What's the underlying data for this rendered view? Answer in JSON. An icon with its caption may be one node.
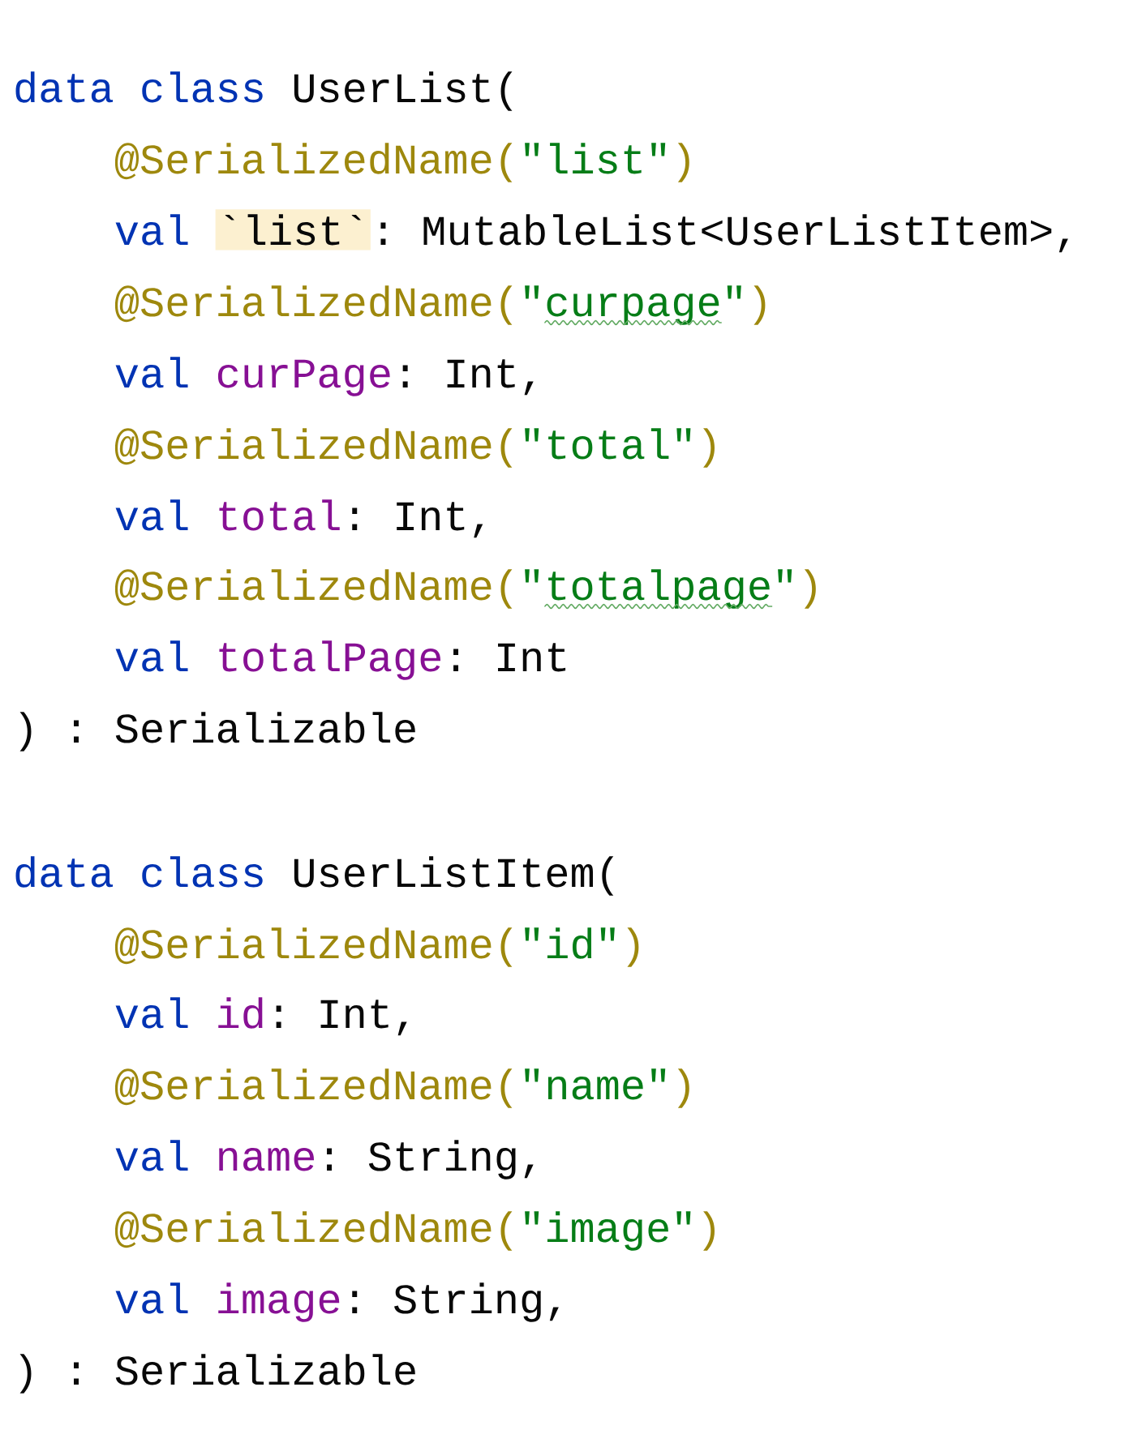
{
  "diagram": {
    "labels": [
      "data class",
      "UserList(",
      "@SerializedName(",
      "\"list\"",
      ")",
      "val",
      "`list`",
      ": MutableList<UserListItem>,",
      "@SerializedName(",
      "\"curpage\"",
      ")",
      "val",
      "curPage",
      ": Int,",
      "@SerializedName(",
      "\"total\"",
      ")",
      "val",
      "total",
      ": Int,",
      "@SerializedName(",
      "\"totalpage\"",
      ")",
      "val",
      "totalPage",
      ": Int",
      ") : Serializable",
      "data class",
      "UserListItem(",
      "@SerializedName(",
      "\"id\"",
      ")",
      "val",
      "id",
      ": Int,",
      "@SerializedName(",
      "\"name\"",
      ")",
      "val",
      "name",
      ": String,",
      "@SerializedName(",
      "\"image\"",
      ")",
      "val",
      "image",
      ": String,",
      ") : Serializable"
    ]
  }
}
